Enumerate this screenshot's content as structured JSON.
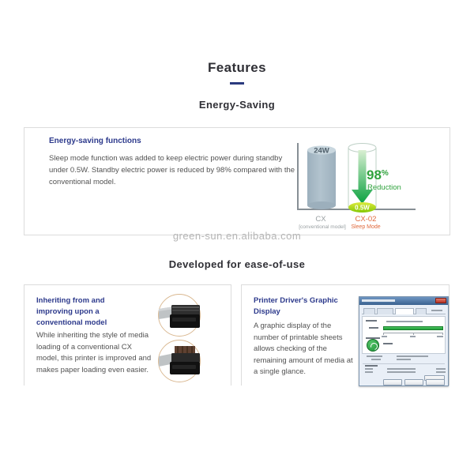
{
  "header": {
    "title": "Features"
  },
  "energy_section": {
    "heading": "Energy-Saving",
    "panel_title": "Energy-saving functions",
    "panel_body": "Sleep mode function was added to keep electric power during standby under 0.5W. Standby electric power is reduced by 98% compared with the conventional model."
  },
  "watermark": {
    "text": "green-sun.en.alibaba.com"
  },
  "ease_section": {
    "heading": "Developed for ease-of-use",
    "left_column": {
      "title": "Inheriting from and improving upon a conventional model",
      "body": "While inheriting the style of media loading of a conventional CX model, this printer is improved and makes paper loading even easier."
    },
    "right_column": {
      "title": "Printer Driver's Graphic Display",
      "body": "A graphic display of the number of printable sheets allows checking of the remaining amount of media at a single glance."
    }
  },
  "chart_data": {
    "type": "bar",
    "categories": [
      "CX [conventional model]",
      "CX-02 Sleep Mode"
    ],
    "values": [
      24,
      0.5
    ],
    "unit": "W",
    "ylim": [
      0,
      24
    ],
    "bar_labels": [
      "24W",
      "0.5W"
    ],
    "annotation_value": "98",
    "annotation_percent": "%",
    "annotation_label": "Reduction",
    "category_line1": [
      "CX",
      "CX-02"
    ],
    "category_line2": [
      "[conventional model]",
      "Sleep Mode"
    ],
    "bar_color": "#a8bac6",
    "highlight_bar_color": "#8cc804",
    "arrow_color": "#0aa13f",
    "annotation_color": "#2fa23c",
    "conventional_label_color": "#9aa0a3",
    "sleep_label_color": "#e0693c"
  },
  "colors": {
    "heading_blue": "#2d3a8c",
    "body_text": "#525252",
    "border_gray": "#dcdcdc",
    "watermark_gray": "#b5b5b5"
  }
}
